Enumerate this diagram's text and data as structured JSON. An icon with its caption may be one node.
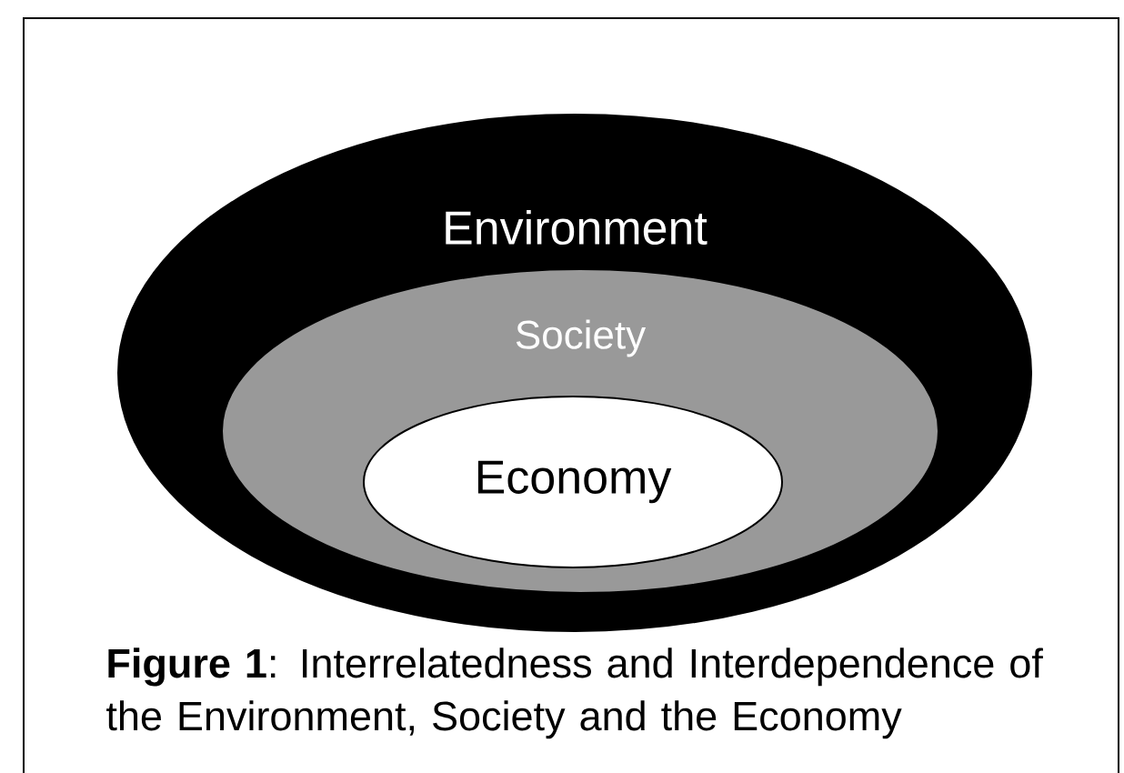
{
  "diagram": {
    "caption": "**Figure 1**: Interrelatedness and Interdependence of the Environment, Society and the Economy",
    "nodes": [
      {
        "text": [
          "Environment"
        ]
      },
      {
        "text": [
          "Society"
        ],
        "in": 0
      },
      {
        "text": [
          "Economy"
        ],
        "in": 1
      }
    ]
  }
}
